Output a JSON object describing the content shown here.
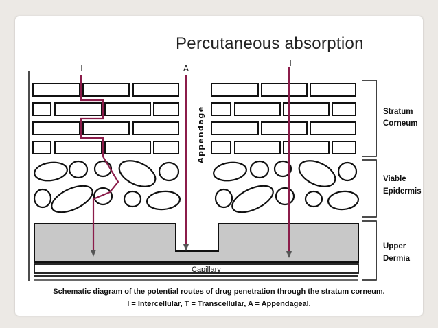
{
  "title": "Percutaneous absorption",
  "routes": {
    "intercellular_letter": "I",
    "appendageal_letter": "A",
    "transcellular_letter": "T",
    "appendage_label": "Appendage"
  },
  "layers": {
    "stratum_corneum_1": "Stratum",
    "stratum_corneum_2": "Corneum",
    "viable_epidermis_1": "Viable",
    "viable_epidermis_2": "Epidermis",
    "upper_dermis_1": "Upper",
    "upper_dermis_2": "Dermia",
    "capillary": "Capillary"
  },
  "caption": {
    "line1": "Schematic diagram of the potential routes of drug penetration through the stratum corneum.",
    "line2": "I = Intercellular, T = Transcellular, A = Appendageal."
  },
  "colors": {
    "route": "#8b1c4a",
    "dermis_fill": "#c8c8c8",
    "outline": "#111111"
  }
}
